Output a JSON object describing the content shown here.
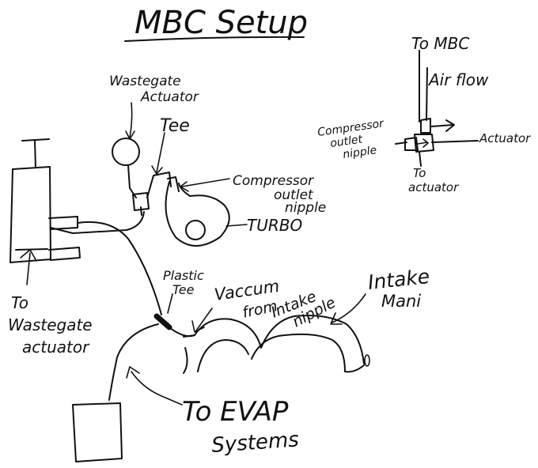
{
  "title": "MBC Setup",
  "labels": {
    "wastegate_actuator": [
      "Wastegate",
      "Actuator"
    ],
    "tee": "Tee",
    "compressor_outlet_nipple": [
      "Compressor",
      "outlet",
      "nipple"
    ],
    "turbo": "TURBO",
    "plastic_tee": [
      "Plastic",
      "Tee"
    ],
    "vaccum_from_intake_nipple": [
      "Vaccum",
      "from",
      "Intake",
      "nipple"
    ],
    "intake_mani": [
      "Intake",
      "Mani"
    ],
    "to_wastegate_actuator": [
      "To",
      "Wastegate",
      "actuator"
    ],
    "to_evap_systems": [
      "To EVAP",
      "Systems"
    ],
    "to_mbc": "To MBC",
    "air_flow": "Air flow",
    "detail_compressor_outlet_nipple": [
      "Compressor",
      "outlet",
      "nipple"
    ],
    "actuator": "Actuator",
    "to_actuator": [
      "To",
      "actuator"
    ]
  }
}
